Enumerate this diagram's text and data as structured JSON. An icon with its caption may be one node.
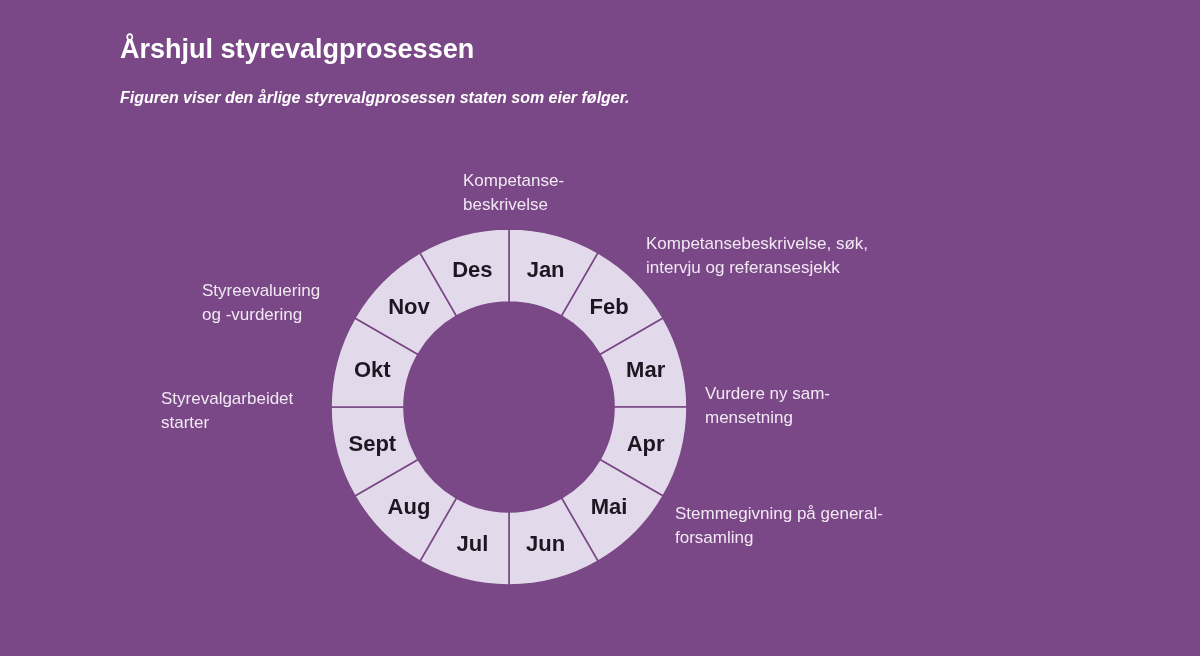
{
  "diagram": {
    "title": "Årshjul styrevalgprosessen",
    "caption": "Figuren viser den årlige styrevalgprosessen staten som eier følger.",
    "nodes": [
      {
        "text": [
          "Jan"
        ]
      },
      {
        "text": [
          "Feb"
        ]
      },
      {
        "text": [
          "Mar"
        ]
      },
      {
        "text": [
          "Apr"
        ]
      },
      {
        "text": [
          "Mai"
        ]
      },
      {
        "text": [
          "Jun"
        ]
      },
      {
        "text": [
          "Jul"
        ]
      },
      {
        "text": [
          "Aug"
        ]
      },
      {
        "text": [
          "Sept"
        ]
      },
      {
        "text": [
          "Okt"
        ]
      },
      {
        "text": [
          "Nov"
        ]
      },
      {
        "text": [
          "Des"
        ]
      }
    ],
    "labels": [
      "Kompetanse- beskrivelse",
      "Kompetansebeskrivelse, søk, intervju og referansesjekk",
      "Styreevaluering og -vurdering",
      "Styrevalgarbeidet starter",
      "Vurdere ny sam- mensetning",
      "Stemmegivning på general- forsamling"
    ]
  }
}
